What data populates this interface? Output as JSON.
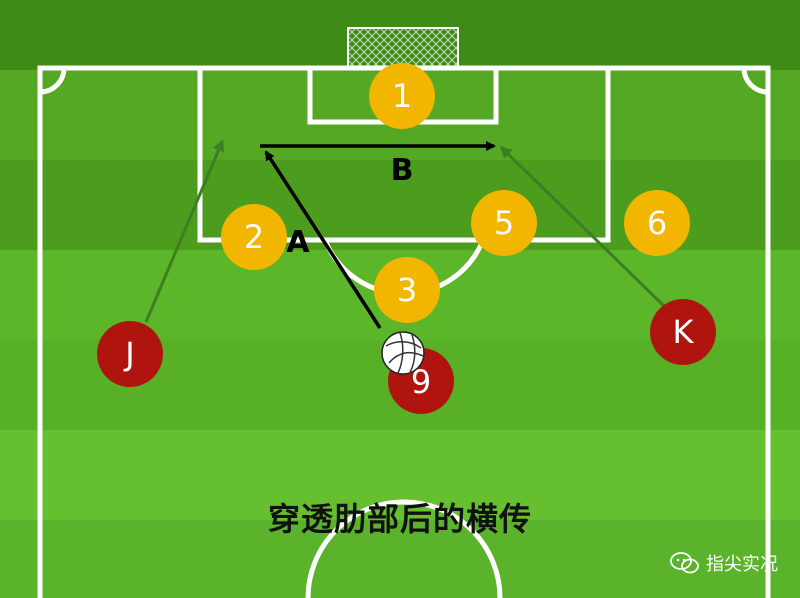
{
  "caption": "穿透肋部后的横传",
  "watermark": {
    "text": "指尖实况",
    "icon": "wechat-icon"
  },
  "colors": {
    "grass_dark": "#4a9a1c",
    "grass_light": "#5fb82a",
    "lines": "#ffffff",
    "team_yellow": "#f2b500",
    "team_red": "#b0140e",
    "arrow_black": "#000000",
    "arrow_green": "#3f7d25"
  },
  "players": {
    "p1": "1",
    "p2": "2",
    "p3": "3",
    "p5": "5",
    "p6": "6",
    "pJ": "J",
    "pK": "K",
    "p9": "9"
  },
  "arrows": {
    "a": "A",
    "b": "B"
  }
}
